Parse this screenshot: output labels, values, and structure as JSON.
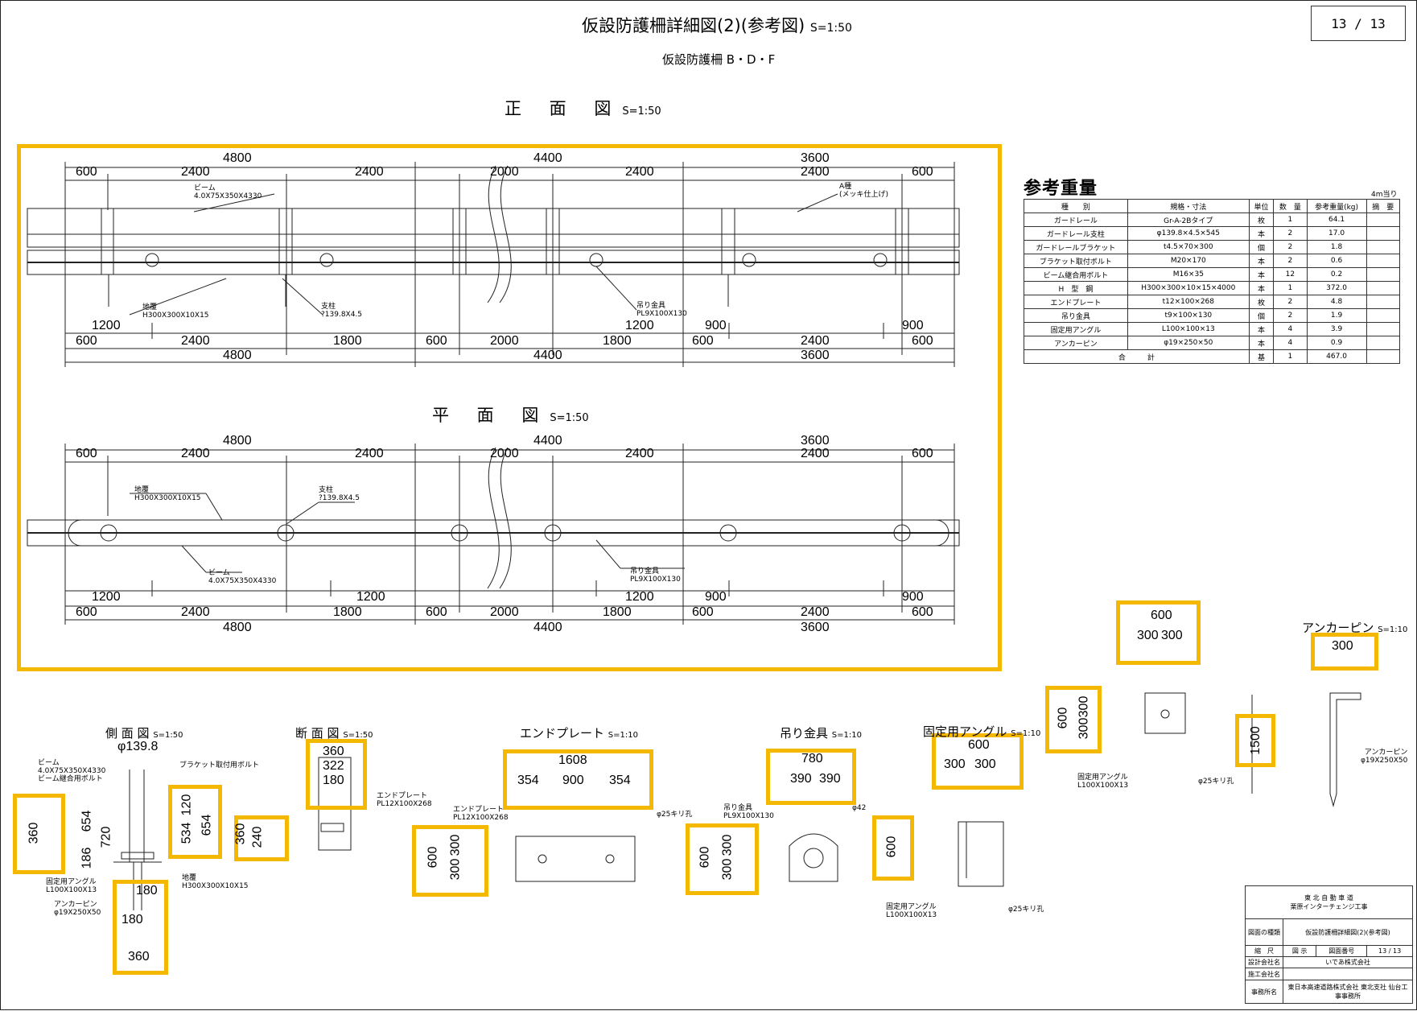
{
  "header": {
    "title": "仮設防護柵詳細図(2)(参考図)",
    "title_scale": "S=1:50",
    "subtitle": "仮設防護柵 B・D・F",
    "page": "13 / 13"
  },
  "front_view": {
    "title": "正 面 図",
    "scale": "S=1:50",
    "top_totals": [
      "4800",
      "4400",
      "3600"
    ],
    "top_segments": [
      "600",
      "2400",
      "2400",
      "2000",
      "2400",
      "2400",
      "600"
    ],
    "bottom_segments_1": [
      "1200",
      "1200",
      "900",
      "900"
    ],
    "bottom_segments_2": [
      "600",
      "2400",
      "1800",
      "600",
      "2000",
      "1800",
      "600",
      "2400",
      "600"
    ],
    "bottom_totals": [
      "4800",
      "4400",
      "3600"
    ],
    "labels": {
      "beam": "ビーム",
      "beam_spec": "4.0X75X350X4330",
      "a_type": "A種",
      "a_type_note": "(メッキ仕上げ)",
      "sill": "地覆",
      "sill_spec": "H300X300X10X15",
      "post": "支柱",
      "post_spec": "?139.8X4.5",
      "hanger": "吊り金具",
      "hanger_spec": "PL9X100X130"
    }
  },
  "plan_view": {
    "title": "平 面 図",
    "scale": "S=1:50",
    "top_totals": [
      "4800",
      "4400",
      "3600"
    ],
    "top_segments": [
      "600",
      "2400",
      "2400",
      "2000",
      "2400",
      "2400",
      "600"
    ],
    "bottom_segments_1": [
      "1200",
      "1200",
      "1200",
      "900",
      "900"
    ],
    "bottom_segments_2": [
      "600",
      "2400",
      "1800",
      "600",
      "2000",
      "1800",
      "600",
      "2400",
      "600"
    ],
    "bottom_totals": [
      "4800",
      "4400",
      "3600"
    ],
    "labels": {
      "sill": "地覆",
      "sill_spec": "H300X300X10X15",
      "post": "支柱",
      "post_spec": "?139.8X4.5",
      "beam": "ビーム",
      "beam_spec": "4.0X75X350X4330",
      "hanger": "吊り金具",
      "hanger_spec": "PL9X100X130"
    }
  },
  "weight_table": {
    "title": "参考重量",
    "unit_note": "4m当り",
    "headers": [
      "種　　別",
      "規格・寸法",
      "単位",
      "数　量",
      "参考重量(kg)",
      "摘　要"
    ],
    "rows": [
      [
        "ガードレール",
        "Gr-A-2Bタイプ",
        "枚",
        "1",
        "64.1",
        ""
      ],
      [
        "ガードレール支柱",
        "φ139.8×4.5×545",
        "本",
        "2",
        "17.0",
        ""
      ],
      [
        "ガードレールブラケット",
        "t4.5×70×300",
        "個",
        "2",
        "1.8",
        ""
      ],
      [
        "ブラケット取付ボルト",
        "M20×170",
        "本",
        "2",
        "0.6",
        ""
      ],
      [
        "ビーム継合用ボルト",
        "M16×35",
        "本",
        "12",
        "0.2",
        ""
      ],
      [
        "H　型　鋼",
        "H300×300×10×15×4000",
        "本",
        "1",
        "372.0",
        ""
      ],
      [
        "エンドプレート",
        "t12×100×268",
        "枚",
        "2",
        "4.8",
        ""
      ],
      [
        "吊り金具",
        "t9×100×130",
        "個",
        "2",
        "1.9",
        ""
      ],
      [
        "固定用アングル",
        "L100×100×13",
        "本",
        "4",
        "3.9",
        ""
      ],
      [
        "アンカーピン",
        "φ19×250×50",
        "本",
        "4",
        "0.9",
        ""
      ]
    ],
    "total_row": [
      "合　　　計",
      "",
      "基",
      "1",
      "467.0",
      ""
    ]
  },
  "side_view": {
    "title": "側 面 図",
    "scale": "S=1:50",
    "phi": "φ139.8",
    "labels": [
      "ビーム",
      "4.0X75X350X4330",
      "ビーム継合用ボルト",
      "ブラケット取付用ボルト",
      "固定用アングル",
      "L100X100X13",
      "アンカーピン",
      "φ19X250X50",
      "地覆",
      "H300X300X10X15"
    ],
    "dims": {
      "a": "654",
      "b": "720",
      "c": "186",
      "d": "360",
      "e": "120",
      "f": "534",
      "g": "654",
      "h": "180",
      "i": "180",
      "j": "360"
    }
  },
  "section_view": {
    "title": "断 面 図",
    "scale": "S=1:50",
    "dims": {
      "a": "360",
      "b": "322",
      "c": "180",
      "d": "360",
      "e": "240"
    },
    "labels": [
      "エンドプレート",
      "PL12X100X268"
    ]
  },
  "end_plate": {
    "title": "エンドプレート",
    "scale": "S=1:10",
    "dims": {
      "total": "1608",
      "a": "354",
      "b": "900",
      "c": "354",
      "h": "600",
      "h1": "300",
      "h2": "300"
    },
    "labels": [
      "エンドプレート",
      "PL12X100X268",
      "φ25キリ孔"
    ]
  },
  "hanger": {
    "title": "吊り金具",
    "scale": "S=1:10",
    "dims": {
      "total": "780",
      "a": "390",
      "b": "390",
      "h": "600",
      "h1": "300",
      "h2": "300"
    },
    "labels": [
      "吊り金具",
      "PL9X100X130",
      "φ42"
    ]
  },
  "angle": {
    "title": "固定用アングル",
    "scale": "S=1:10",
    "dims": {
      "total": "600",
      "a": "300",
      "b": "300",
      "h": "600"
    },
    "labels": [
      "固定用アングル",
      "L100X100X13",
      "φ25キリ孔"
    ]
  },
  "angle_plan": {
    "dims": {
      "total": "600",
      "a": "300",
      "b": "300",
      "h": "600",
      "h1": "300",
      "h2": "300"
    },
    "labels": [
      "固定用アングル",
      "L100X100X13",
      "φ25キリ孔"
    ]
  },
  "anchor_pin": {
    "title": "アンカーピン",
    "scale": "S=1:10",
    "dims": {
      "w": "300",
      "h": "1500"
    },
    "labels": [
      "アンカーピン",
      "φ19X250X50"
    ]
  },
  "title_block": {
    "company_1": "東 北 自 動 車 道",
    "company_2": "栗原インターチェンジ工事",
    "drawing_type_label": "図面の種類",
    "drawing_type": "仮設防護柵詳細図(2)(参考図)",
    "scale_label": "縮　尺",
    "scale_value": "図 示",
    "drawing_no_label": "図面番号",
    "drawing_no": "13 / 13",
    "design_label": "設計会社名",
    "design_value": "いであ株式会社",
    "construct_label": "施工会社名",
    "construct_value": "",
    "office_label": "事務所名",
    "office_value": "東日本高速道路株式会社 東北支社 仙台工事事務所"
  },
  "colors": {
    "highlight": "#f5b800",
    "line": "#222222"
  }
}
